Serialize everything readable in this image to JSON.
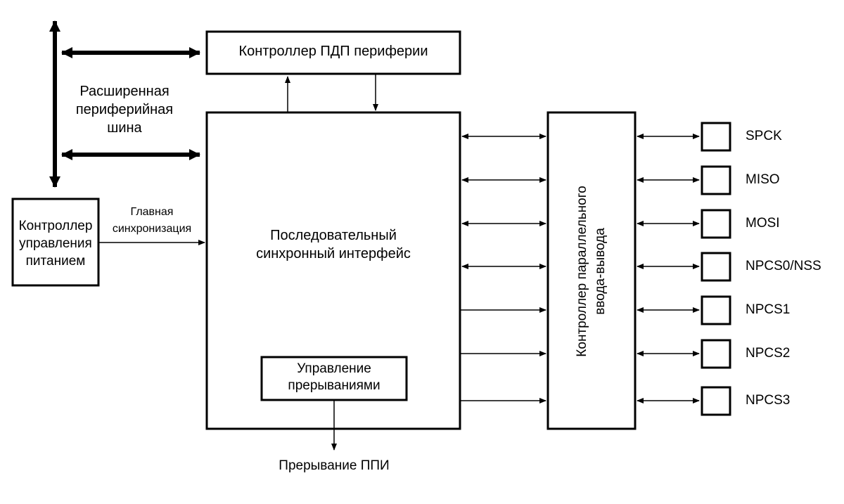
{
  "diagram": {
    "peripheral_dma_controller": "Контроллер ПДП периферии",
    "apb_bus": [
      "Расширенная",
      "периферийная",
      "шина"
    ],
    "pmc": [
      "Контроллер",
      "управления",
      "питанием"
    ],
    "master_clock": [
      "Главная",
      "синхронизация"
    ],
    "spi": [
      "Последовательный",
      "синхронный интерфейс"
    ],
    "interrupt_control": [
      "Управление",
      "прерываниями"
    ],
    "spi_interrupt": "Прерывание ППИ",
    "pio": [
      "Контроллер параллельного",
      "ввода-вывода"
    ],
    "pins": [
      "SPCK",
      "MISO",
      "MOSI",
      "NPCS0/NSS",
      "NPCS1",
      "NPCS2",
      "NPCS3"
    ]
  }
}
